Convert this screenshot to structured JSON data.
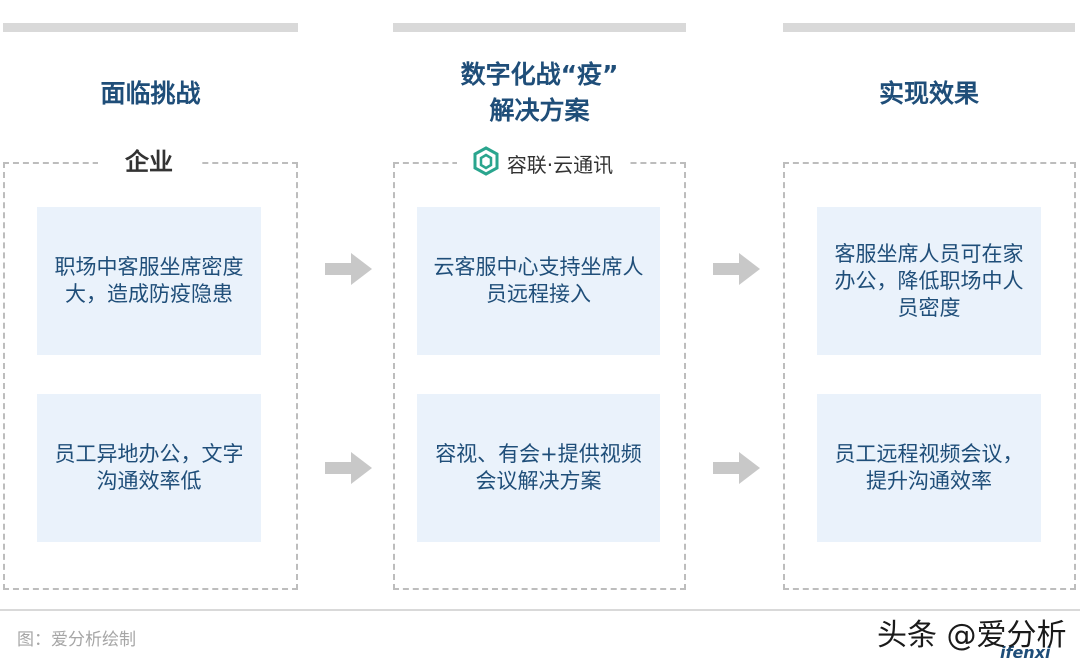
{
  "columns": {
    "challenge": {
      "title": "面临挑战",
      "label": "企业",
      "cards": [
        "职场中客服坐席密度大，造成防疫隐患",
        "员工异地办公，文字沟通效率低"
      ]
    },
    "solution": {
      "title_line1": "数字化战“疫”",
      "title_line2": "解决方案",
      "brand": "容联·云通讯",
      "brand_icon": "hexagon-logo-icon",
      "cards": [
        "云客服中心支持坐席人员远程接入",
        "容视、有会+提供视频会议解决方案"
      ]
    },
    "result": {
      "title": "实现效果",
      "cards": [
        "客服坐席人员可在家办公，降低职场中人员密度",
        "员工远程视频会议，提升沟通效率"
      ]
    }
  },
  "footer": {
    "source": "图：爱分析绘制",
    "watermark": "头条 @爱分析",
    "watermark_sub": "ifenxi"
  },
  "colors": {
    "title": "#1f4e79",
    "card_bg": "#eaf2fb",
    "arrow": "#c8c8c8",
    "brand_teal": "#2aa58e"
  }
}
